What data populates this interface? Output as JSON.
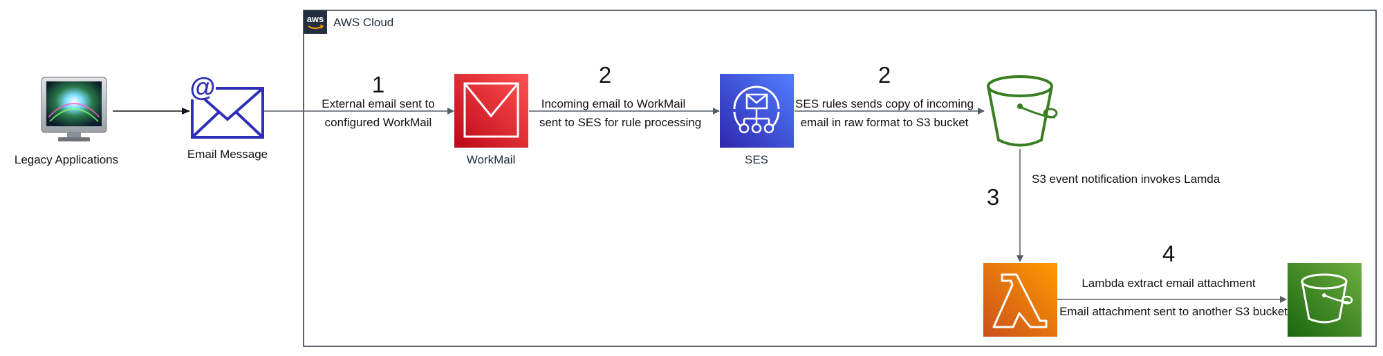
{
  "cloud": {
    "title": "AWS Cloud",
    "logo_text": "aws"
  },
  "nodes": {
    "legacy": {
      "label": "Legacy Applications",
      "icon": "monitor-icon"
    },
    "email": {
      "label": "Email Message",
      "icon": "email-icon"
    },
    "workmail": {
      "label": "WorkMail",
      "icon": "workmail-icon",
      "color": "#dd3a3a"
    },
    "ses": {
      "label": "SES",
      "icon": "ses-icon",
      "color": "#4457e5"
    },
    "s3_source": {
      "icon": "s3-bucket-outline-icon",
      "color": "#3a7d22"
    },
    "lambda": {
      "icon": "lambda-icon",
      "color": "#e8741c"
    },
    "s3_target": {
      "icon": "s3-bucket-icon",
      "color": "#3a8a27"
    }
  },
  "steps": {
    "s1": {
      "number": "1",
      "line1": "External email sent to",
      "line2": "configured WorkMail"
    },
    "s2a": {
      "number": "2",
      "line1": "Incoming email to WorkMail",
      "line2": "sent to SES for rule processing"
    },
    "s2b": {
      "number": "2",
      "line1": "SES rules sends copy of incoming",
      "line2": "email in raw format to S3 bucket"
    },
    "s3": {
      "number": "3",
      "line1": "S3 event notification invokes Lamda"
    },
    "s4": {
      "number": "4",
      "line1": "Lambda extract email attachment",
      "line2": "Email attachment sent to another S3 bucket"
    }
  },
  "colors": {
    "arrow": "#545b64",
    "border": "#232f3e",
    "text": "#111111"
  }
}
